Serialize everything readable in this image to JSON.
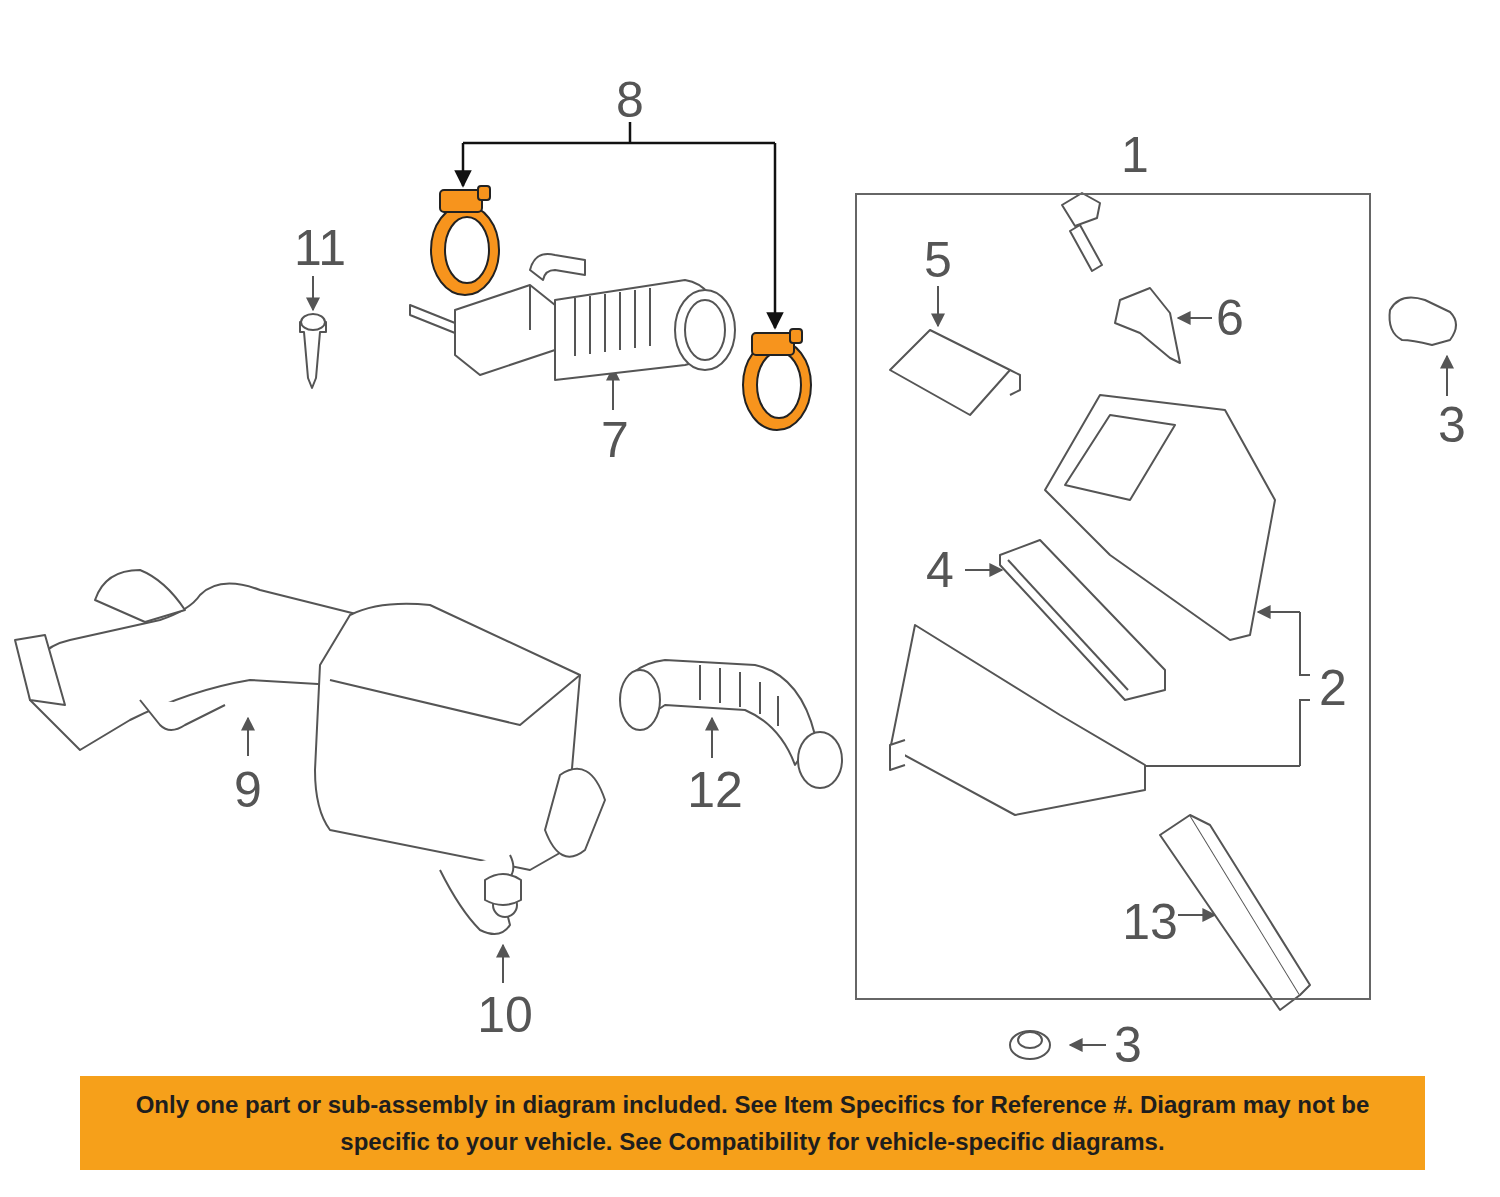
{
  "diagram": {
    "nodes": [
      {
        "text": [
          "1"
        ]
      },
      {
        "text": [
          "Only one part or sub-assembly in diagram included. See Item Specifics for Reference #. Diagram may not be specific to your vehicle. See Compatibility for vehicle-specific diagrams."
        ]
      }
    ],
    "labels": [
      "8",
      "11",
      "7",
      "5",
      "6",
      "3",
      "4",
      "2",
      "9",
      "12",
      "13",
      "3",
      "10"
    ]
  }
}
